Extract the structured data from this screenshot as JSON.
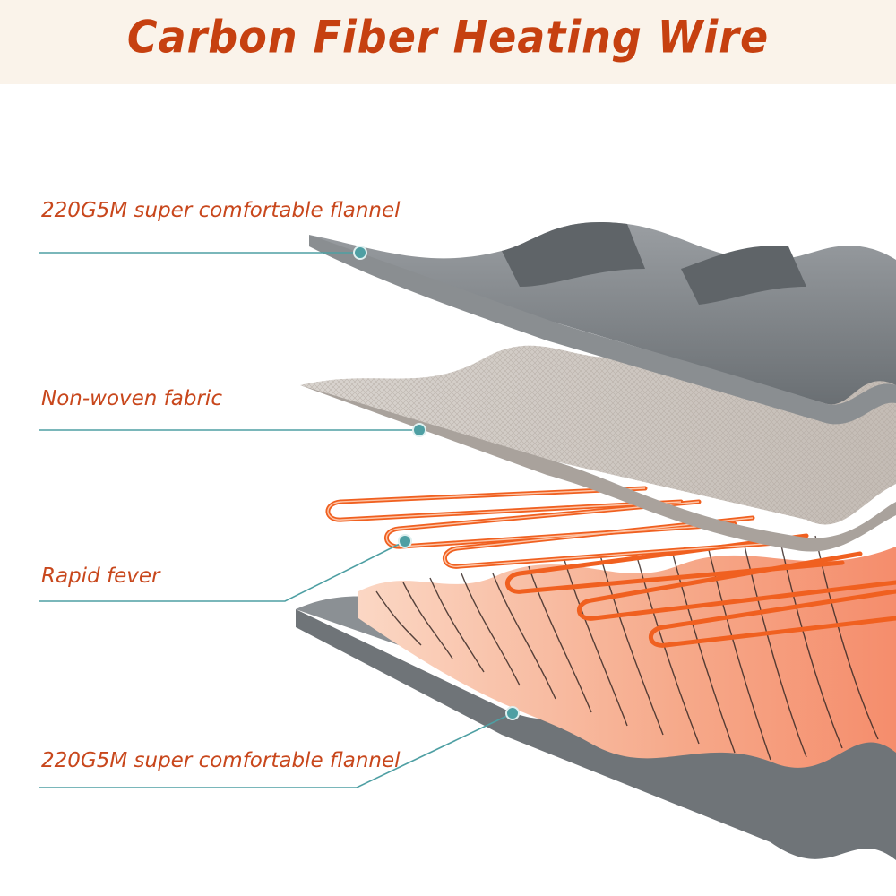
{
  "header": {
    "title": "Carbon Fiber Heating Wire"
  },
  "labels": [
    {
      "id": "flannel-top",
      "text": "220G5M super comfortable flannel"
    },
    {
      "id": "non-woven",
      "text": "Non-woven fabric"
    },
    {
      "id": "rapid-fever",
      "text": "Rapid fever"
    },
    {
      "id": "flannel-bottom",
      "text": "220G5M super comfortable flannel"
    }
  ],
  "colors": {
    "title": "#c64010",
    "label": "#c8471c",
    "leader": "#4e9fa3",
    "flannel": "#7d8286",
    "fabric": "#cfc8c2",
    "wire": "#f06020",
    "heat_layer": "#f7c2a6"
  }
}
